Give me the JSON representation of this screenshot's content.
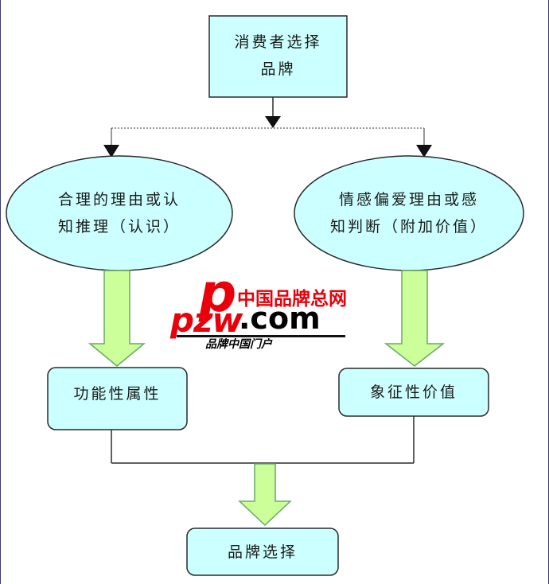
{
  "nodes": {
    "top": {
      "line1": "消费者选择",
      "line2": "品牌"
    },
    "left_ellipse": {
      "line1": "合理的理由或认",
      "line2": "知推理（认识）"
    },
    "right_ellipse": {
      "line1": "情感偏爱理由或感",
      "line2": "知判断（附加价值）"
    },
    "left_box": {
      "text": "功能性属性"
    },
    "right_box": {
      "text": "象征性价值"
    },
    "bottom": {
      "text": "品牌选择"
    }
  },
  "watermark": {
    "cn_title": "中国品牌总网",
    "logo_p": "p",
    "logo_main": "pzw",
    "domain": ".com",
    "tagline": "品牌中国门户"
  },
  "colors": {
    "box_fill": "#ccffff",
    "ellipse_fill": "#ccffff",
    "stroke": "#2a2a2a",
    "arrow_fill": "#ccff99",
    "arrow_stroke": "#66aa66",
    "watermark_red": "#e8000a"
  }
}
